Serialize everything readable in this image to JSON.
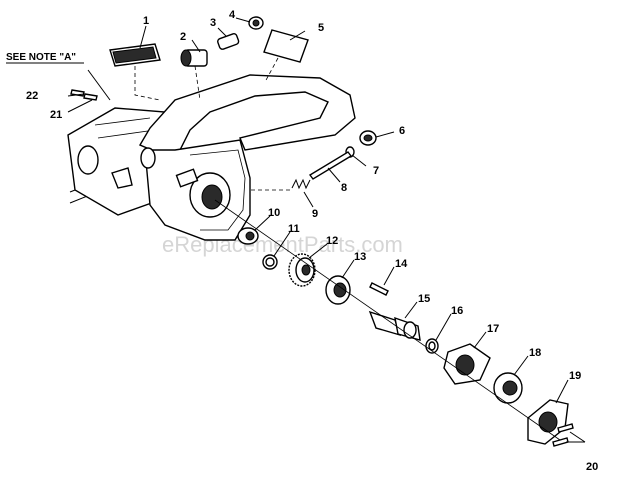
{
  "note_label": "SEE NOTE \"A\"",
  "watermark": "eReplacementParts.com",
  "callouts": {
    "c1": "1",
    "c2": "2",
    "c3": "3",
    "c4": "4",
    "c5": "5",
    "c6": "6",
    "c7": "7",
    "c8": "8",
    "c9": "9",
    "c10": "10",
    "c11": "11",
    "c12": "12",
    "c13": "13",
    "c14": "14",
    "c15": "15",
    "c16": "16",
    "c17": "17",
    "c18": "18",
    "c19": "19",
    "c20": "20",
    "c21": "21",
    "c22": "22"
  },
  "colors": {
    "ink": "#000000",
    "watermark": "#c8c8c8",
    "background": "#ffffff"
  }
}
